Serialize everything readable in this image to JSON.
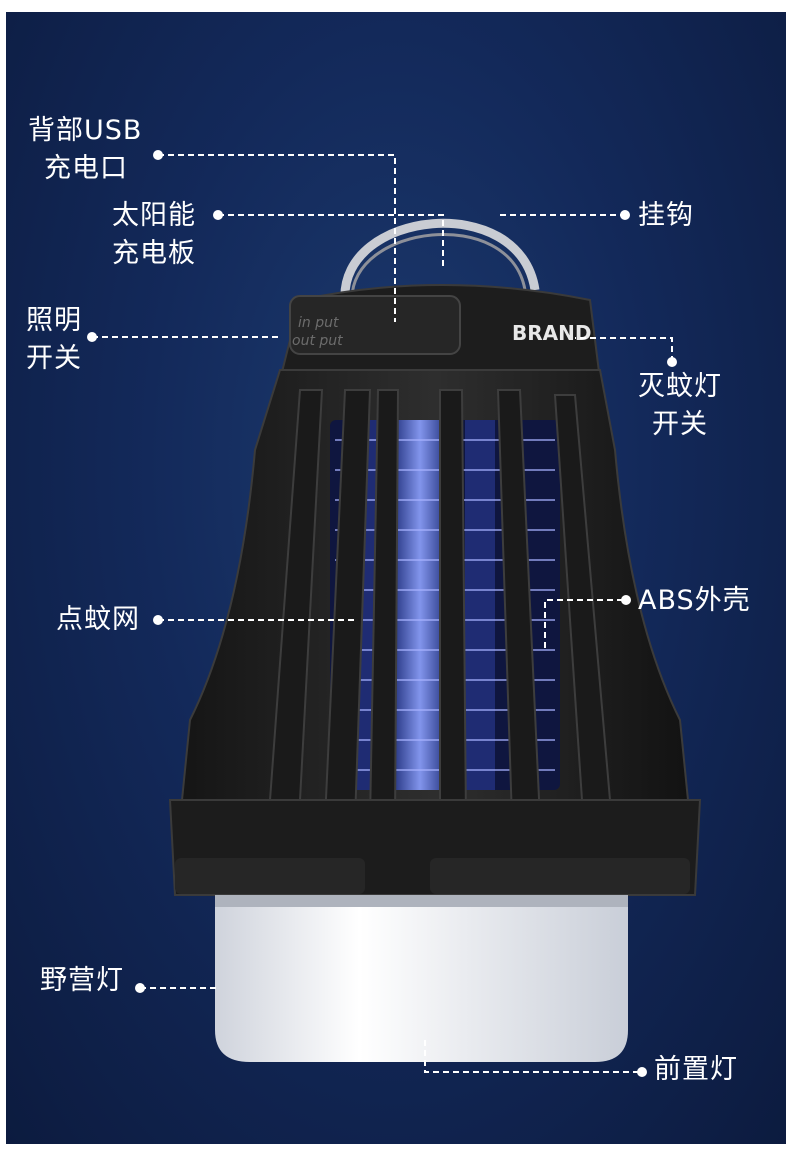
{
  "product": {
    "brand_text": "BRAND",
    "port_text_1": "in put",
    "port_text_2": "out put"
  },
  "callouts": {
    "usb_port": {
      "line1": "背部USB",
      "line2": "充电口"
    },
    "solar_panel": {
      "line1": "太阳能",
      "line2": "充电板"
    },
    "hook": {
      "line1": "挂钩"
    },
    "light_switch": {
      "line1": "照明",
      "line2": "开关"
    },
    "zapper_switch": {
      "line1": "灭蚊灯",
      "line2": "开关"
    },
    "grid": {
      "line1": "点蚊网"
    },
    "shell": {
      "line1": "ABS外壳"
    },
    "camp_light": {
      "line1": "野营灯"
    },
    "front_light": {
      "line1": "前置灯"
    }
  }
}
